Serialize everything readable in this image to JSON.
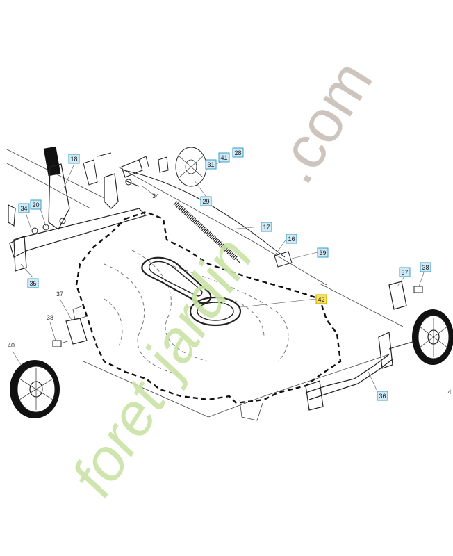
{
  "diagram": {
    "watermark": {
      "part1": "foret",
      "part2": "jardin",
      "part3": ".com",
      "colors": {
        "green": "#c9e3a4",
        "orange": "#f3b98a",
        "gray": "#c8bfb6"
      }
    },
    "callouts": {
      "c18": "18",
      "c41": "41",
      "c28": "28",
      "c31": "31",
      "c29": "29",
      "c17": "17",
      "c16": "16",
      "c39": "39",
      "c34": "34",
      "c20": "20",
      "c35": "35",
      "c36": "36",
      "c37r": "37",
      "c38r": "38",
      "cyellow": "42"
    },
    "plain_labels": {
      "p34": "34",
      "p37": "37",
      "p38": "38",
      "p40": "40",
      "p41": "4"
    }
  }
}
